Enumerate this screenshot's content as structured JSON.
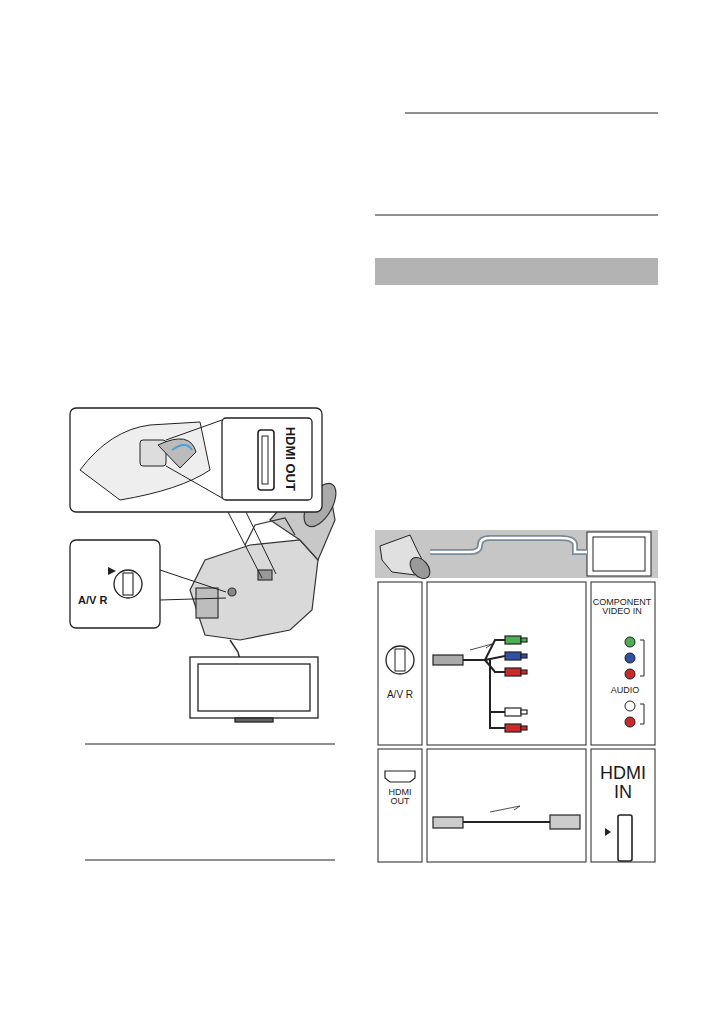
{
  "diagram": {
    "labels": [
      "HDMI OUT",
      "A/V R",
      "COMPONENT VIDEO IN",
      "AUDIO",
      "A/V R",
      "HDMI OUT",
      "HDMI IN"
    ]
  }
}
